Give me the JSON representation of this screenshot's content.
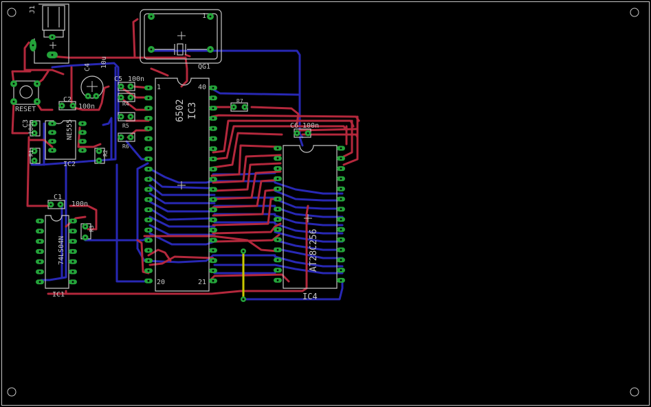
{
  "colors": {
    "background": "#000000",
    "outline": "#c8c8c8",
    "silk": "#c8c8c8",
    "top_copper": "#b4283c",
    "bottom_copper": "#2828b4",
    "via_wire": "#c8c800",
    "pad": "#24a33a",
    "pad_hole": "#000000"
  },
  "labels": {
    "j1": "J1",
    "c4": "C4",
    "c4_value": "10u",
    "c5": "C5",
    "c5_value": "100n",
    "qg1": "QG1",
    "crystal_pin1": "1",
    "reset": "RESET",
    "c2": "C2",
    "c2_value": "100n",
    "r4": "R4",
    "r5": "R5",
    "r6": "R6",
    "r7": "R7",
    "c3": "C3",
    "c3_value": "100n",
    "ne555": "NE555",
    "ic2": "IC2",
    "r1": "R1",
    "r2": "R2",
    "c6": "C6",
    "c6_value": "100n",
    "c1": "C1",
    "c1_value": "100n",
    "r3": "R3",
    "ic1_part": "74LS04N",
    "ic1": "IC1",
    "ic3_part": "6502",
    "ic3": "IC3",
    "ic3_pin1": "1",
    "ic3_pin40": "40",
    "ic3_pin20": "20",
    "ic3_pin21": "21",
    "ic4_part": "AT28C256",
    "ic4": "IC4"
  }
}
